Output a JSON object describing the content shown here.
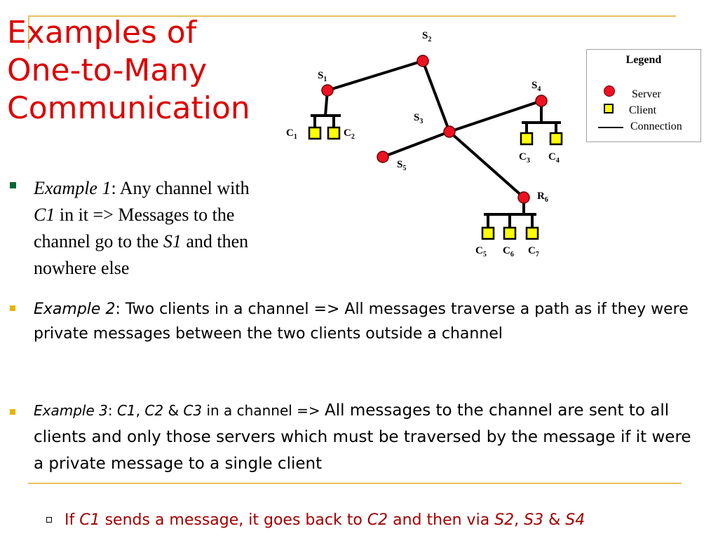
{
  "title": {
    "lines": [
      "Examples of",
      "One-to-Many",
      "Communication"
    ]
  },
  "diagram": {
    "nodes": [
      {
        "id": "S2",
        "base": "S",
        "sub": "2"
      },
      {
        "id": "S1",
        "base": "S",
        "sub": "1"
      },
      {
        "id": "S3",
        "base": "S",
        "sub": "3"
      },
      {
        "id": "S4",
        "base": "S",
        "sub": "4"
      },
      {
        "id": "S5",
        "base": "S",
        "sub": "5"
      },
      {
        "id": "R6",
        "base": "R",
        "sub": "6"
      }
    ],
    "clients": [
      {
        "id": "C1",
        "base": "C",
        "sub": "1"
      },
      {
        "id": "C2",
        "base": "C",
        "sub": "2"
      },
      {
        "id": "C3",
        "base": "C",
        "sub": "3"
      },
      {
        "id": "C4",
        "base": "C",
        "sub": "4"
      },
      {
        "id": "C5",
        "base": "C",
        "sub": "5"
      },
      {
        "id": "C6",
        "base": "C",
        "sub": "6"
      },
      {
        "id": "C7",
        "base": "C",
        "sub": "7"
      }
    ],
    "legend": {
      "title": "Legend",
      "server": "Server",
      "client": "Client",
      "connection": "Connection"
    },
    "colors": {
      "server": "#ee1122",
      "client": "#ffff00",
      "line": "#000000"
    }
  },
  "bullets": {
    "b1": {
      "em": "Example 1",
      "t1": ": Any channel with ",
      "em2": "C1",
      "t2": " in it => Messages to the channel go to the ",
      "em3": "S1",
      "t3": " and then nowhere else"
    },
    "b2": {
      "em": "Example 2",
      "t1": ": Two clients in a channel => All messages traverse a path as if they were private messages between the two clients outside a channel"
    },
    "b3": {
      "em": "Example 3",
      "t1": ": ",
      "em2": "C1",
      "t2": ", ",
      "em3": "C2",
      "t3": " & ",
      "em4": "C3",
      "t4": " in a channel => ",
      "t5": "All messages to the channel are sent to all clients and only those servers which must be traversed by the message if it were a private message to a single client"
    },
    "sub1": {
      "t1": "If ",
      "em1": "C1",
      "t2": " sends a message, it goes back to ",
      "em2": "C2",
      "t3": " and then via ",
      "em3": "S2",
      "t4": ", ",
      "em4": "S3",
      "t5": " & ",
      "em5": "S4"
    }
  },
  "bullet_colors": {
    "main": "#006633",
    "minor": "#e8b400"
  }
}
